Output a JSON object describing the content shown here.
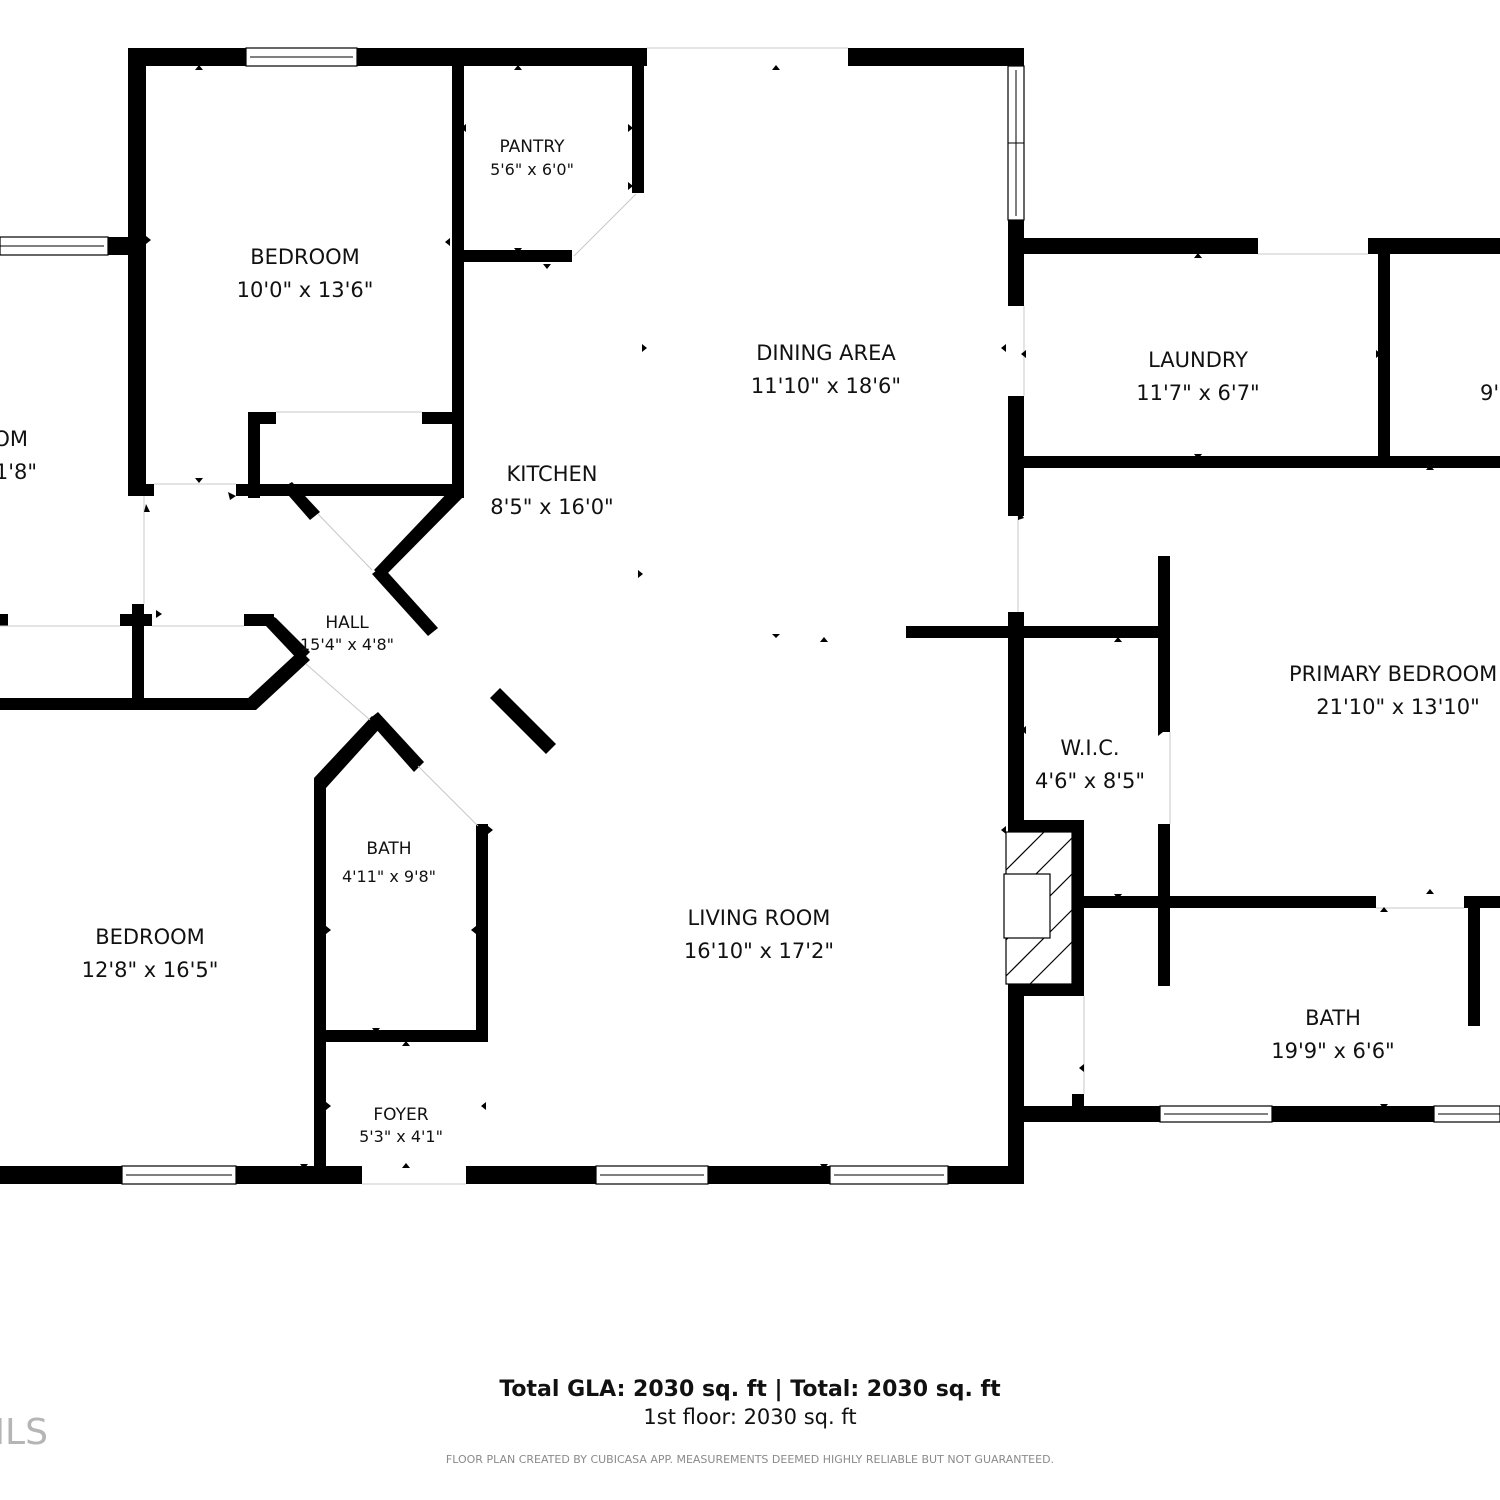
{
  "rooms": {
    "bedroom_top": {
      "name": "BEDROOM",
      "dims": "10'0\" x 13'6\""
    },
    "pantry": {
      "name": "PANTRY",
      "dims": "5'6\" x 6'0\""
    },
    "dining": {
      "name": "DINING AREA",
      "dims": "11'10\" x 18'6\""
    },
    "kitchen": {
      "name": "KITCHEN",
      "dims": "8'5\" x 16'0\""
    },
    "laundry": {
      "name": "LAUNDRY",
      "dims": "11'7\" x 6'7\""
    },
    "partial_right": {
      "dims": "9'"
    },
    "partial_left": {
      "name": "OM",
      "dims": "1'8\""
    },
    "hall": {
      "name": "HALL",
      "dims": "15'4\" x 4'8\""
    },
    "primary_bedroom": {
      "name": "PRIMARY BEDROOM",
      "dims": "21'10\" x 13'10\""
    },
    "wic": {
      "name": "W.I.C.",
      "dims": "4'6\" x 8'5\""
    },
    "bath_small": {
      "name": "BATH",
      "dims": "4'11\" x 9'8\""
    },
    "bedroom_bottom": {
      "name": "BEDROOM",
      "dims": "12'8\" x 16'5\""
    },
    "living": {
      "name": "LIVING ROOM",
      "dims": "16'10\" x 17'2\""
    },
    "bath_large": {
      "name": "BATH",
      "dims": "19'9\" x 6'6\""
    },
    "foyer": {
      "name": "FOYER",
      "dims": "5'3\" x 4'1\""
    }
  },
  "footer": {
    "totals": "Total GLA: 2030 sq. ft | Total: 2030 sq. ft",
    "floor": "1st floor: 2030 sq. ft",
    "disclaimer": "FLOOR PLAN CREATED BY CUBICASA APP. MEASUREMENTS DEEMED HIGHLY RELIABLE BUT NOT GUARANTEED.",
    "watermark": "MLS"
  },
  "colors": {
    "wall": "#000000",
    "background": "#ffffff",
    "disclaimer": "#8a8a8a",
    "watermark": "#b5b5b5"
  }
}
